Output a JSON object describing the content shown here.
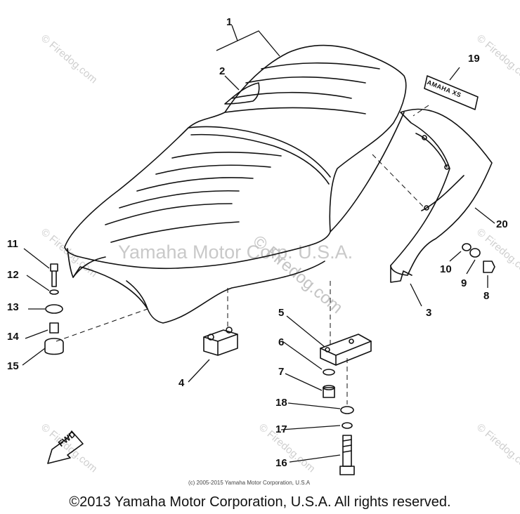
{
  "watermark": {
    "site": "© Firedog.com",
    "center_text": "Yamaha Motor Corp. U.S.A.",
    "center_site": "© Firedog.com"
  },
  "emblem_text": "AMAHA XS",
  "fwd_label": "FWD",
  "labels": {
    "l1": "1",
    "l2": "2",
    "l3": "3",
    "l4": "4",
    "l5": "5",
    "l6": "6",
    "l7": "7",
    "l8": "8",
    "l9": "9",
    "l10": "10",
    "l11": "11",
    "l12": "12",
    "l13": "13",
    "l14": "14",
    "l15": "15",
    "l16": "16",
    "l17": "17",
    "l18": "18",
    "l19": "19",
    "l20": "20"
  },
  "footer": {
    "small": "(c) 2005-2015 Yamaha Motor Corporation, U.S.A",
    "main": "©2013 Yamaha Motor Corporation, U.S.A. All rights reserved."
  }
}
